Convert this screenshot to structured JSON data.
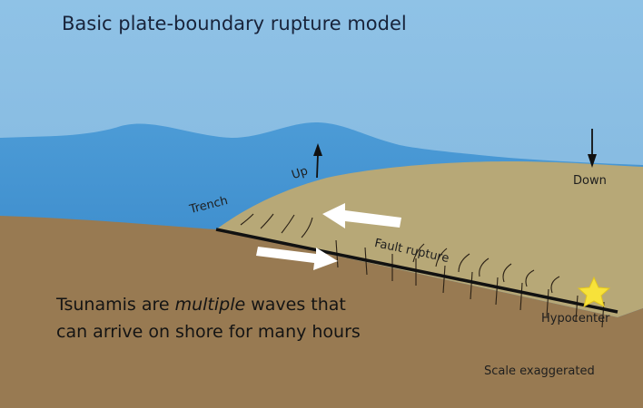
{
  "title": "Basic plate-boundary rupture model",
  "labels": {
    "trench": "Trench",
    "up": "Up",
    "down": "Down",
    "fault_rupture": "Fault rupture",
    "hypocenter": "Hypocenter",
    "scale_note": "Scale exaggerated"
  },
  "caption": {
    "part1": "Tsunamis are ",
    "emphasis": "multiple",
    "part2": " waves that",
    "line2": "can arrive on shore for many hours"
  },
  "icons": {
    "up_arrow": "arrow-up",
    "down_arrow": "arrow-down",
    "hypocenter_marker": "star",
    "motion_arrows": [
      "arrow-left",
      "arrow-right"
    ]
  },
  "colors": {
    "sky": "#8bbfe3",
    "ocean": "#3f93d0",
    "overriding_plate": "#b7a877",
    "subducting_plate": "#987a52",
    "fault_line": "#111111",
    "star": "#f7e23a"
  }
}
